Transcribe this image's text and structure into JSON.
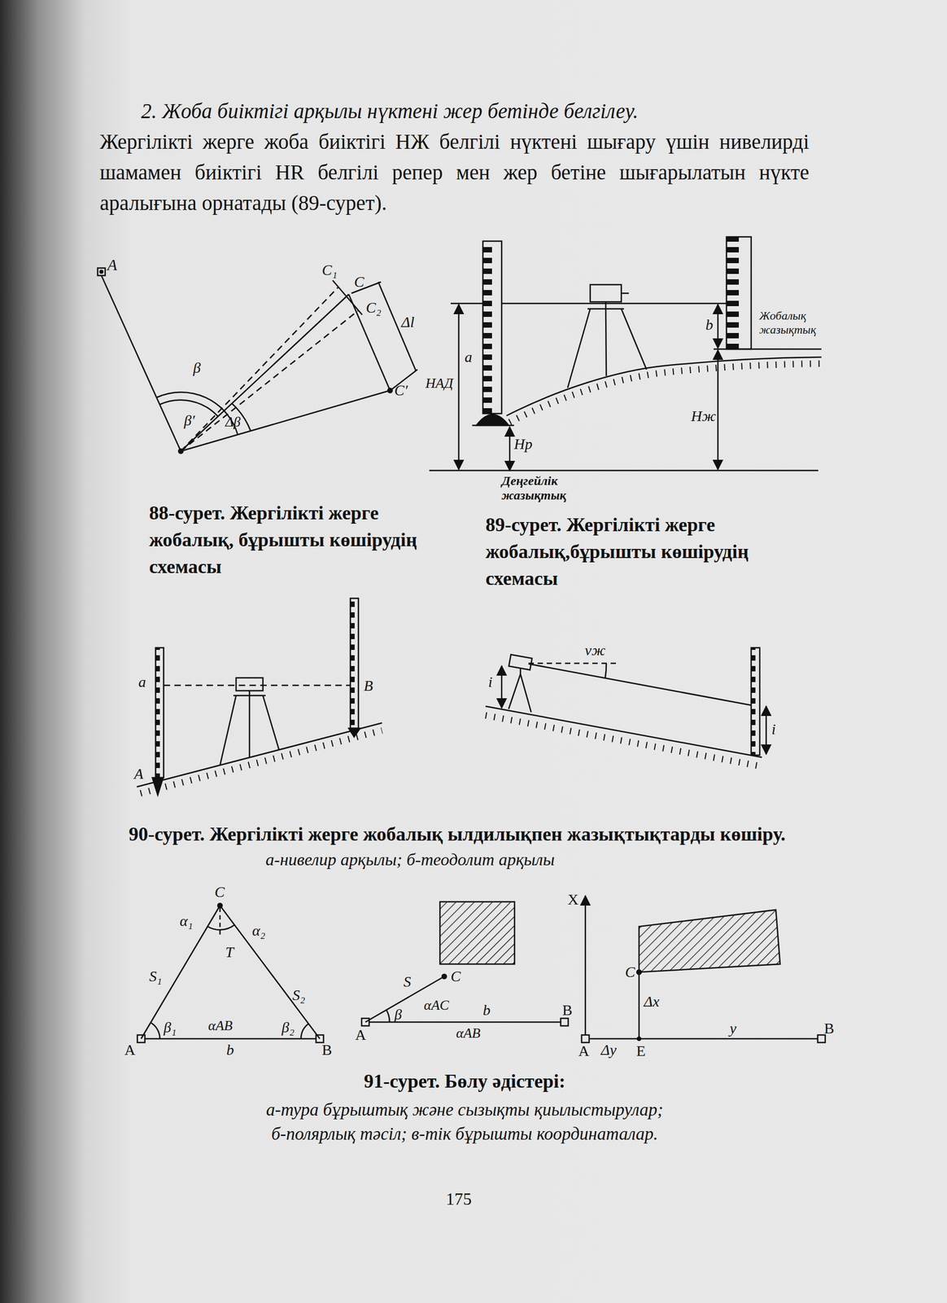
{
  "diagram": {
    "labels": [
      "2. Жоба биіктігі арқылы нүктені жер бетінде белгілеу.",
      "Жергілікті жерге жоба биіктігі HЖ белгілі нүктені шығару үшін нивелирді шамамен биіктігі HR белгілі репер мен жер бетіне шығарылатын нүкте аралығына орнатады (89-сурет).",
      "A",
      "C₁",
      "C",
      "C₂",
      "C′",
      "Δl",
      "β",
      "β′",
      "Δβ",
      "88-сурет. Жергілікті жерге жобалық, бұрышты көшірудің схемасы",
      "a",
      "HАД",
      "Hp",
      "b",
      "Hж",
      "Жобалық жазықтық",
      "Деңгейлік жазықтық",
      "89-сурет. Жергілікті жерге жобалық,бұрышты көшірудің схемасы",
      "a",
      "A",
      "B",
      "i",
      "vж",
      "i",
      "90-сурет. Жергілікті жерге жобалық ылдилықпен жазықтықтарды көшіру.",
      "а-нивелир арқылы; б-теодолит арқылы",
      "C",
      "α₁",
      "T",
      "α₂",
      "S₁",
      "S₂",
      "β₁",
      "αAB",
      "β₂",
      "b",
      "A",
      "B",
      "S",
      "αAC",
      "C",
      "β",
      "A",
      "b",
      "αAB",
      "B",
      "X",
      "C",
      "Δx",
      "A",
      "Δy",
      "E",
      "y",
      "B",
      "91-сурет. Бөлу әдістері:",
      "а-тура бұрыштық және сызықты қиылыстырулар;",
      "б-полярлық тәсіл; в-тік бұрышты координаталар.",
      "175"
    ]
  }
}
